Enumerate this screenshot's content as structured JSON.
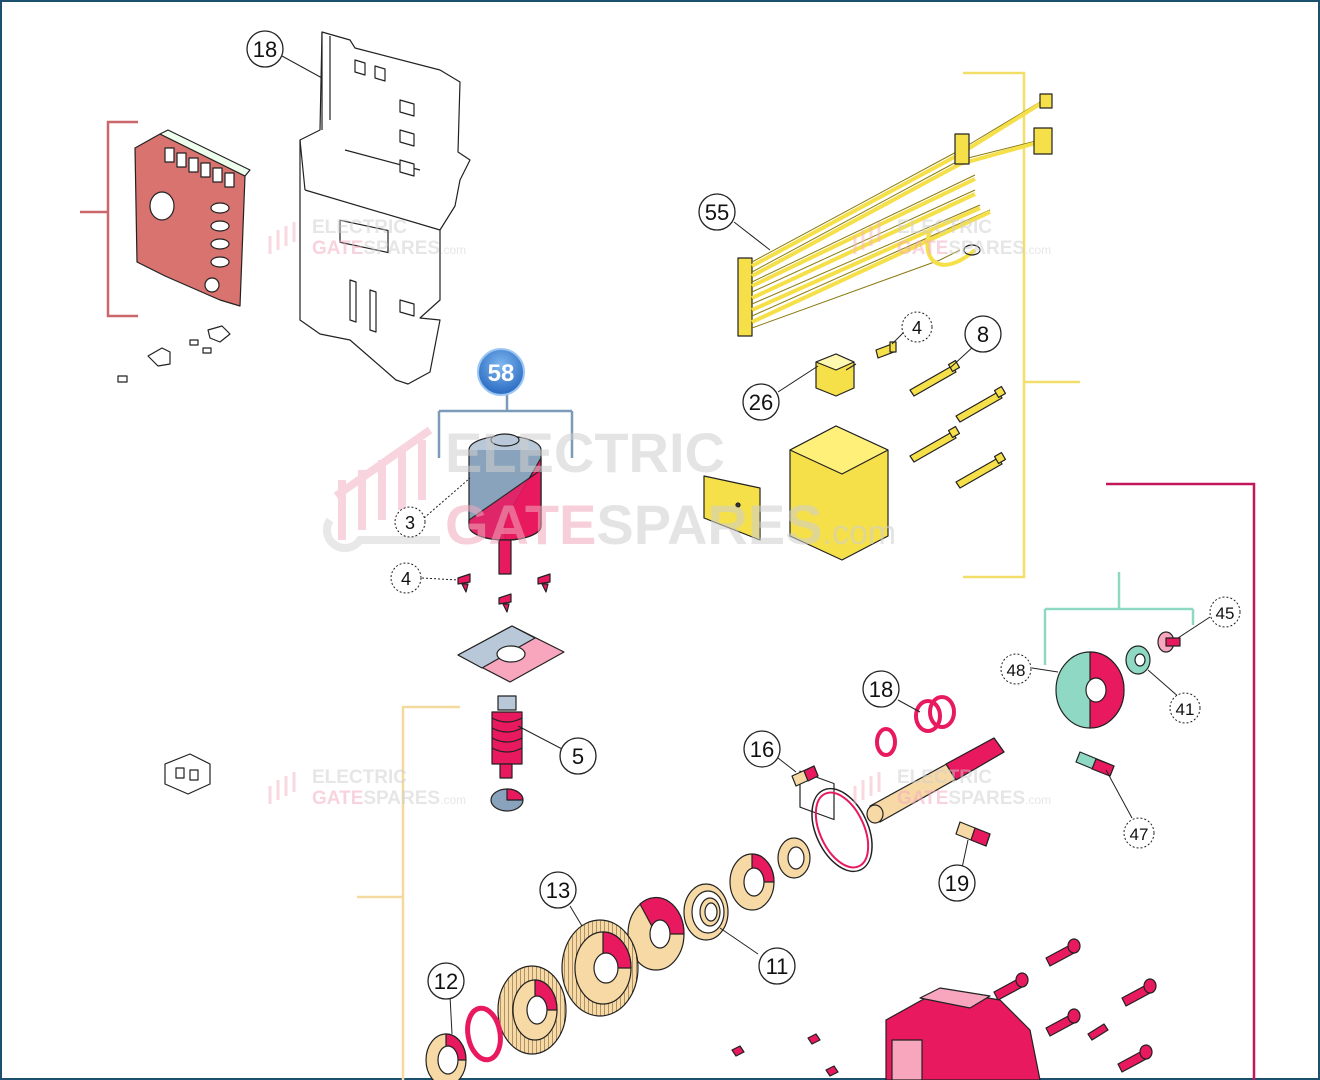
{
  "watermark": {
    "line1": "ELECTRIC",
    "line2a": "GATE",
    "line2b": "SPARES",
    "suffix": ".com"
  },
  "callouts": {
    "c18_top": "18",
    "c55": "55",
    "c4_top": "4",
    "c8": "8",
    "c26": "26",
    "c58": "58",
    "c3": "3",
    "c4_mid": "4",
    "c5": "5",
    "c45": "45",
    "c48": "48",
    "c41": "41",
    "c18_mid": "18",
    "c16": "16",
    "c47": "47",
    "c19": "19",
    "c13": "13",
    "c11": "11",
    "c12": "12"
  },
  "colors": {
    "red_group": "#c9676a",
    "yellow_group": "#f1df6a",
    "magenta_group": "#c2185b",
    "teal_group": "#8fd9c4",
    "blue_group": "#7c9bb8",
    "cream_group": "#f4d9a0",
    "part_magenta": "#e8195f",
    "part_yellow": "#f6e04a",
    "part_cream": "#f7d9a6",
    "part_blue": "#8aa3bd",
    "callout_blue": "#2f7fd6"
  }
}
